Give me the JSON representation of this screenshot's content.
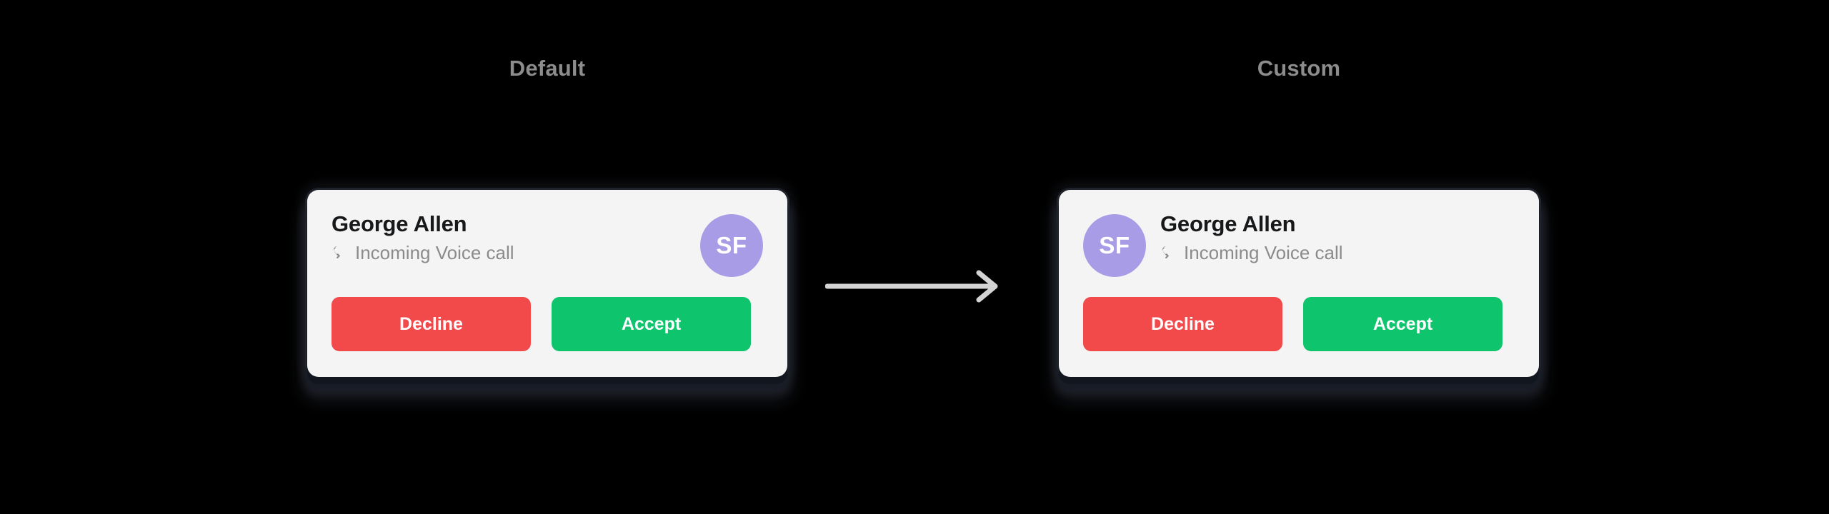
{
  "page": {
    "background_color": "#000000"
  },
  "sections": [
    {
      "id": "default",
      "label": "Default",
      "label_color": "#8c8c8c",
      "avatar_position": "right"
    },
    {
      "id": "custom",
      "label": "Custom",
      "label_color": "#8c8c8c",
      "avatar_position": "left"
    }
  ],
  "notification": {
    "caller_name": "George Allen",
    "call_status": "Incoming Voice call",
    "phone_icon": "phone-handset-icon",
    "avatar": {
      "initials": "SF",
      "background_color": "#a99ce6",
      "text_color": "#ffffff"
    },
    "card": {
      "background_color": "#f4f4f4",
      "name_color": "#17181a",
      "status_color": "#8b8b8b"
    },
    "actions": {
      "decline_label": "Decline",
      "decline_color": "#f2494b",
      "accept_label": "Accept",
      "accept_color": "#0ec46d",
      "label_color": "#ffffff"
    }
  },
  "arrow": {
    "name": "right-arrow",
    "color": "#d4d4d4",
    "direction": "right"
  }
}
